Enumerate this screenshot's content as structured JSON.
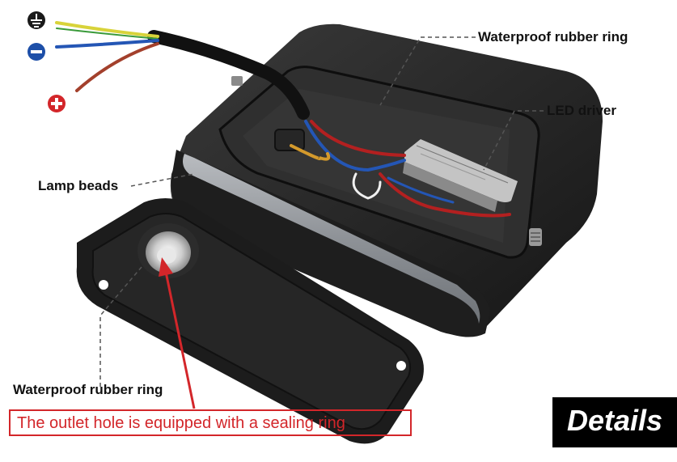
{
  "labels": {
    "ring_top": "Waterproof rubber ring",
    "led_driver": "LED driver",
    "lamp_beads": "Lamp beads",
    "ring_bottom": "Waterproof rubber ring"
  },
  "sealing_note": "The outlet hole is equipped with a sealing ring",
  "details_badge": "Details",
  "wire_icons": [
    "ground-icon",
    "minus-icon",
    "plus-icon"
  ],
  "colors": {
    "accent_red": "#d3262a",
    "ground_badge": "#1a1a1a",
    "minus_badge": "#1d4fa8",
    "plus_badge": "#d3262a",
    "housing": "#222222"
  }
}
